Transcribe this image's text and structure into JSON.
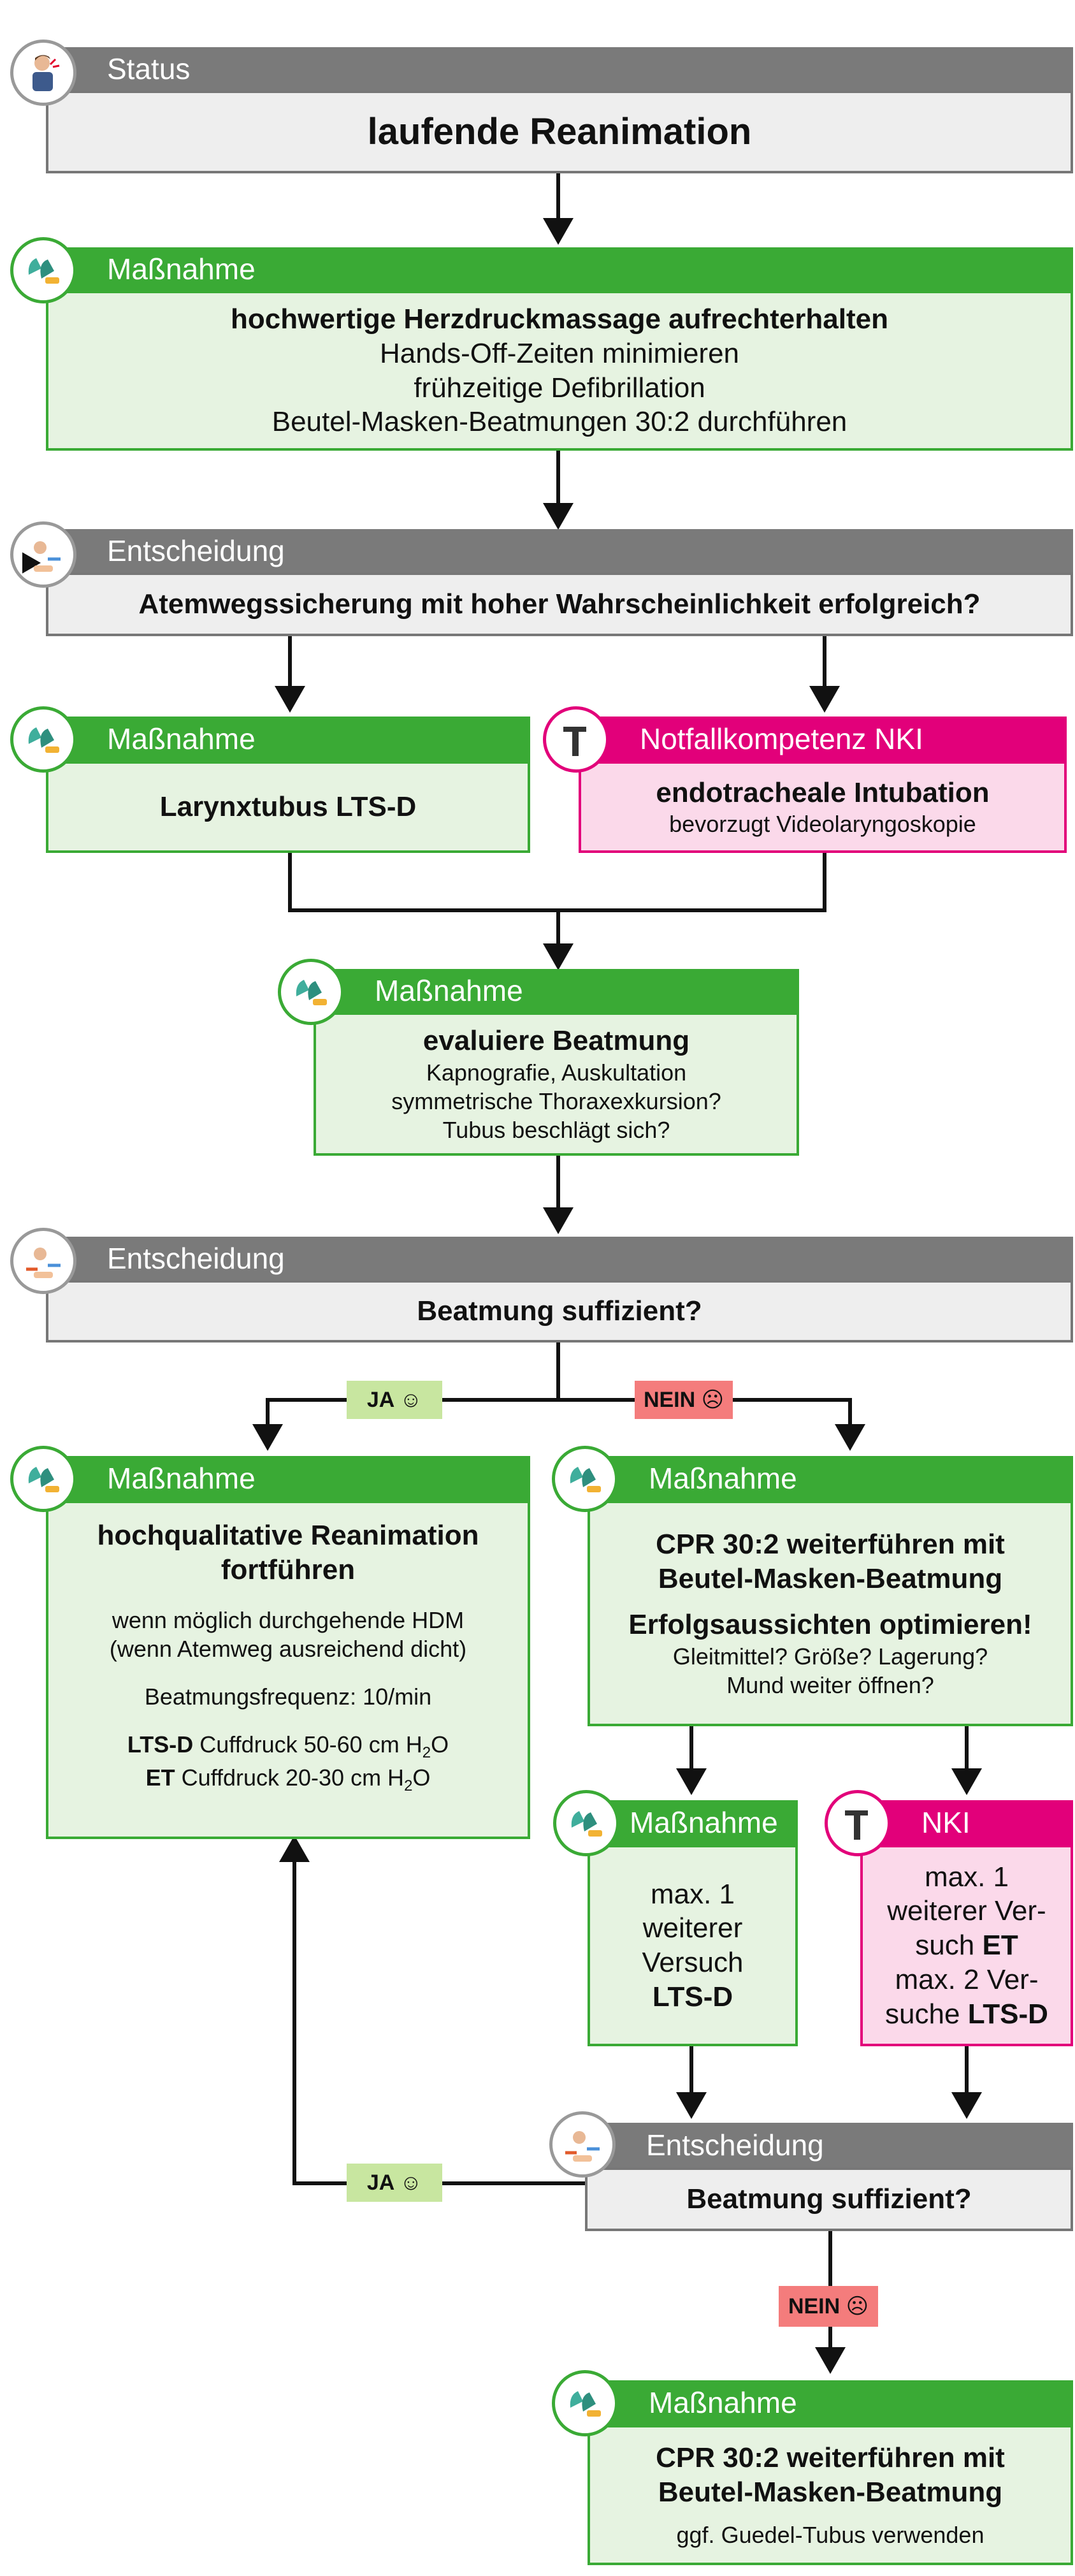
{
  "colors": {
    "gray": "#7a7a7a",
    "green": "#3aaa35",
    "pink": "#e2007a",
    "ja": "#c8e6a0",
    "nein": "#f47c7c"
  },
  "icons": {
    "status": "person-distress-icon",
    "massnahme": "gloved-hands-icon",
    "entscheidung": "decision-arrows-icon",
    "nki": "laryngoscope-icon"
  },
  "status": {
    "header": "Status",
    "text": "laufende Reanimation"
  },
  "m1": {
    "header": "Maßnahme",
    "title": "hochwertige Herzdruckmassage aufrechterhalten",
    "lines": [
      "Hands-Off-Zeiten minimieren",
      "frühzeitige Defibrillation",
      "Beutel-Masken-Beatmungen 30:2 durchführen"
    ]
  },
  "d1": {
    "header": "Entscheidung",
    "text": "Atemwegssicherung mit hoher Wahrscheinlichkeit erfolgreich?"
  },
  "m2": {
    "header": "Maßnahme",
    "text": "Larynxtubus LTS-D"
  },
  "nki1": {
    "header": "Notfallkompetenz NKI",
    "title": "endotracheale Intubation",
    "sub": "bevorzugt Videolaryngoskopie"
  },
  "m3": {
    "header": "Maßnahme",
    "title": "evaluiere Beatmung",
    "lines": [
      "Kapnografie, Auskultation",
      "symmetrische Thoraxexkursion?",
      "Tubus beschlägt sich?"
    ]
  },
  "d2": {
    "header": "Entscheidung",
    "text": "Beatmung suffizient?"
  },
  "labels": {
    "ja": "JA ☺",
    "nein": "NEIN ☹"
  },
  "m4": {
    "header": "Maßnahme",
    "title1": "hochqualitative Reanimation",
    "title2": "fortführen",
    "line1": "wenn möglich durchgehende HDM",
    "line2": "(wenn Atemweg ausreichend dicht)",
    "line3": "Beatmungsfrequenz: 10/min",
    "lts_label": "LTS-D",
    "lts_text": " Cuffdruck 50-60 cm H",
    "et_label": "ET",
    "et_text": " Cuffdruck 20-30 cm H",
    "sub2": "2",
    "o": "O"
  },
  "m5": {
    "header": "Maßnahme",
    "title1": "CPR 30:2 weiterführen mit",
    "title2": "Beutel-Masken-Beatmung",
    "title3": "Erfolgsaussichten optimieren!",
    "line1": "Gleitmittel? Größe? Lagerung?",
    "line2": "Mund weiter öffnen?"
  },
  "m6": {
    "header": "Maßnahme",
    "lines": [
      "max. 1",
      "weiterer",
      "Versuch"
    ],
    "bold": "LTS-D"
  },
  "nki2": {
    "header": "NKI",
    "l1": "max. 1",
    "l2": "weiterer Ver-",
    "l3a": "such ",
    "l3b": "ET",
    "l4": "max. 2 Ver-",
    "l5a": "suche ",
    "l5b": "LTS-D"
  },
  "d3": {
    "header": "Entscheidung",
    "text": "Beatmung suffizient?"
  },
  "m7": {
    "header": "Maßnahme",
    "title1": "CPR 30:2 weiterführen mit",
    "title2": "Beutel-Masken-Beatmung",
    "line": "ggf. Guedel-Tubus verwenden"
  }
}
